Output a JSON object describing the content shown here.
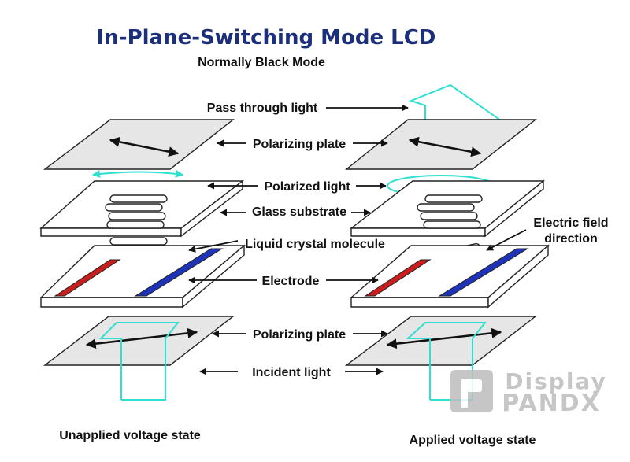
{
  "title": "In-Plane-Switching Mode LCD",
  "subtitle": "Normally Black Mode",
  "labels": {
    "pass_through_light": "Pass through light",
    "polarizing_plate_top": "Polarizing plate",
    "polarized_light": "Polarized light",
    "glass_substrate": "Glass substrate",
    "liquid_crystal_molecule": "Liquid crystal molecule",
    "electric_field_line1": "Electric field",
    "electric_field_line2": "direction",
    "electrode": "Electrode",
    "polarizing_plate_bottom": "Polarizing plate",
    "incident_light": "Incident light"
  },
  "captions": {
    "left": "Unapplied voltage state",
    "right": "Applied voltage state"
  },
  "watermark": {
    "line1": "Display",
    "line2": "PANDX"
  },
  "colors": {
    "title": "#1b2f7a",
    "light_path": "#2fe0d0",
    "electrode_red": "#c81e1e",
    "electrode_blue": "#1f33b8",
    "plate_fill": "#e6e6e6",
    "watermark": "#bdbdbd"
  }
}
